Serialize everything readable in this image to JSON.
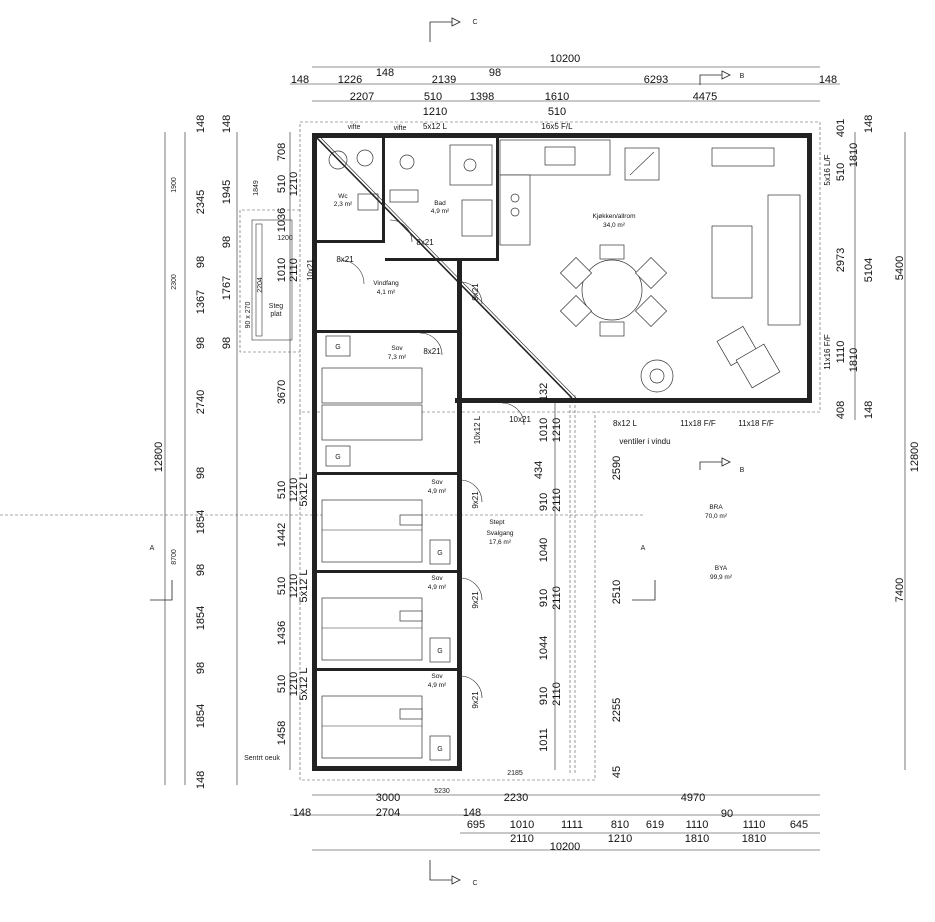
{
  "dims_top": {
    "overall": "10200",
    "row1": [
      "148",
      "1226",
      "148",
      "2139",
      "98",
      "6293",
      "148"
    ],
    "row2": [
      "2207",
      "510",
      "1398",
      "1610",
      "4475"
    ],
    "row3": [
      "1210",
      "510"
    ]
  },
  "dims_bottom": {
    "row1": [
      "3000",
      "5230",
      "2230",
      "4970"
    ],
    "row2": [
      "148",
      "2704",
      "148",
      "695",
      "1010",
      "1111",
      "810",
      "619",
      "1110",
      "90",
      "1110",
      "645"
    ],
    "row3": [
      "2110",
      "1210",
      "1810",
      "1810"
    ],
    "overall": "10200",
    "small": "2185"
  },
  "dims_left": {
    "outer": [
      "12800",
      "8700"
    ],
    "mid": [
      "148",
      "2345",
      "98",
      "1367",
      "98",
      "2740",
      "98",
      "1854",
      "98",
      "1854",
      "98",
      "1854",
      "148"
    ],
    "inner": [
      "148",
      "1945",
      "98",
      "1767",
      "98",
      "3670",
      "510",
      "1442",
      "510",
      "1436",
      "510",
      "1458"
    ],
    "door": [
      "708",
      "510",
      "1210",
      "1036",
      "1010",
      "2110",
      "5x12 L",
      "1210",
      "5x12 L",
      "1210",
      "5x12 L",
      "1210"
    ],
    "small": [
      "1900",
      "1849",
      "2300",
      "2204",
      "1200",
      "90 x 270",
      "Sentrt oeuk"
    ]
  },
  "dims_right": {
    "outer": [
      "5400",
      "12800",
      "7400"
    ],
    "inner": [
      "148",
      "401",
      "1810",
      "510",
      "5104",
      "2973",
      "1110",
      "1810",
      "408",
      "148"
    ]
  },
  "dims_mid": [
    "132",
    "1010",
    "1210",
    "434",
    "910",
    "2110",
    "1040",
    "910",
    "2110",
    "1044",
    "910",
    "2110",
    "1011",
    "2590",
    "2510",
    "2255",
    "45"
  ],
  "windows": [
    "5x12 L",
    "16x5 F/L",
    "5x16 L/F",
    "11x16 F/F",
    "8x12 L",
    "11x18 F/F",
    "11x18 F/F",
    "10x12 L",
    "10x21",
    "8x21",
    "8x21",
    "10x21",
    "9x21",
    "8x21",
    "9x21",
    "9x21",
    "9x21",
    "vifte",
    "vifte"
  ],
  "notes": {
    "ventiler": "ventiler i vindu",
    "section_a": "A",
    "section_b": "B",
    "section_c": "C"
  },
  "rooms": {
    "wc": {
      "name": "Wc",
      "area": "2,3 m²"
    },
    "bad": {
      "name": "Bad",
      "area": "4,9 m²"
    },
    "kjokken": {
      "name": "Kjøkken/allrom",
      "area": "34,0 m²"
    },
    "vindfang": {
      "name": "Vindfang",
      "area": "4,1 m²"
    },
    "sov1": {
      "name": "Sov",
      "area": "7,3 m²"
    },
    "sov2": {
      "name": "Sov",
      "area": "4,9 m²"
    },
    "sov3": {
      "name": "Sov",
      "area": "4,9 m²"
    },
    "sov4": {
      "name": "Sov",
      "area": "4,9 m²"
    },
    "svalgang": {
      "name": "Svalgang",
      "area": "17,6 m²",
      "prefix": "Stept"
    },
    "bra": {
      "name": "BRA",
      "area": "70,0 m²"
    },
    "bya": {
      "name": "BYA",
      "area": "99,9 m²"
    },
    "steg": {
      "name": "Steg",
      "sub": "plat"
    }
  },
  "labels": {
    "garderobe": "G"
  }
}
